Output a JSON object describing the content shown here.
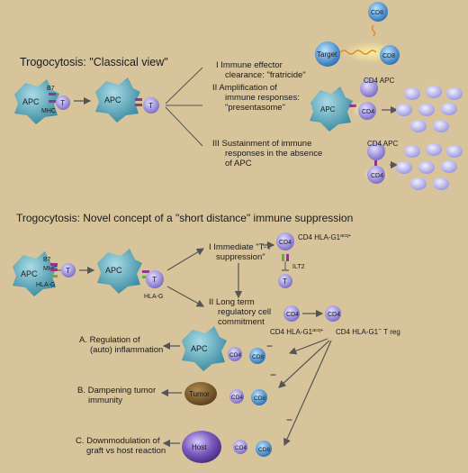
{
  "top": {
    "title": "Trogocytosis:  \"Classical view\"",
    "apc": "APC",
    "b7": "B7",
    "mhc": "MHC",
    "t": "T",
    "i_label": "I   Immune effector\n     clearance: \"fratricide\"",
    "ii_label": "II  Amplification of\n     immune responses:\n     \"presentasome\"",
    "iii_label": "III  Sustainment of immune\n      responses in the absence\n      of APC",
    "cd8": "CD8",
    "target": "Target",
    "cd4_apc": "CD4 APC",
    "cd4": "CD4"
  },
  "bottom": {
    "title": "Trogocytosis:  Novel concept of a \"short distance\"  immune suppression",
    "apc": "APC",
    "b7": "B7",
    "mhc": "MHC",
    "hlag": "HLA-G",
    "t": "T",
    "i_label": "I Immediate \"T-T\n  suppression\"",
    "cd4_hla_acq": "CD4 HLA-G1",
    "acq": "acq+",
    "ilt2": "ILT2",
    "ii_label": "II Long term\n   regulatory cell\n   commitment",
    "cd4_hla_acq2": "CD4 HLA-G1",
    "cd4_hla_treg": "CD4 HLA-G1",
    "treg_suffix": " T reg",
    "minus": "−",
    "cd4": "CD4",
    "cd8": "CD8",
    "tumor": "Tumor",
    "host": "Host",
    "a_label": "A. Regulation of\n    (auto) inflammation",
    "b_label": "B. Dampening tumor\n    immunity",
    "c_label": "C. Downmodulation of\n    graft vs host reaction"
  },
  "colors": {
    "background": "#d8c49a",
    "apc": "#5ba6b8",
    "t_cell": "#9c8fd6",
    "cd8": "#3a7fc4",
    "particle": "#b9b6ef",
    "tumor": "#7a5a2a",
    "host": "#6a4fa0",
    "mhc": "#8a3c8a",
    "hlag": "#6aa84f"
  }
}
